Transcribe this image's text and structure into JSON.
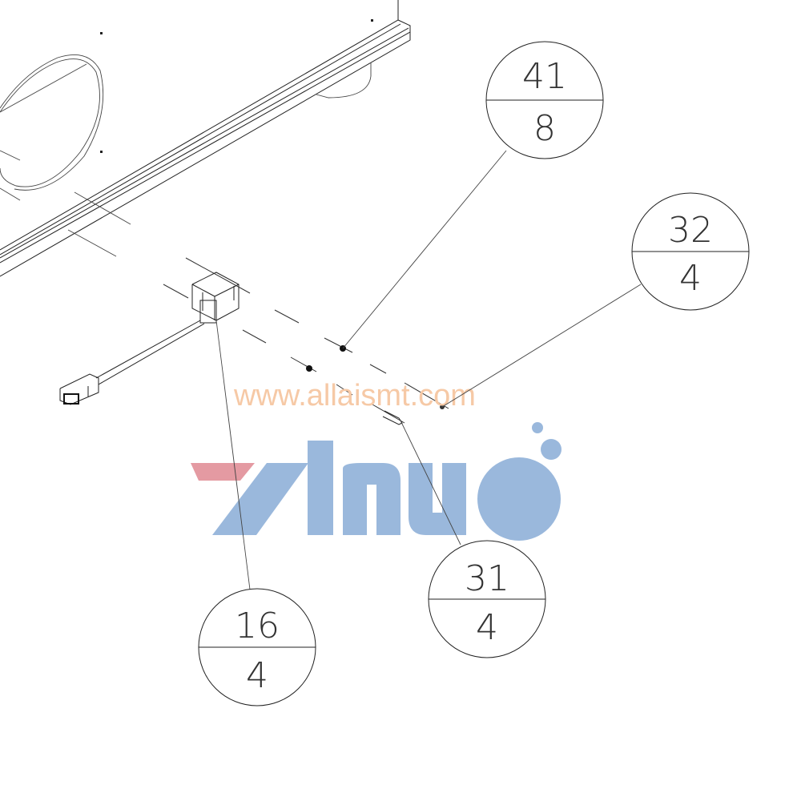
{
  "balloons": [
    {
      "id": "b41",
      "top": "41",
      "bottom": "8"
    },
    {
      "id": "b32",
      "top": "32",
      "bottom": "4"
    },
    {
      "id": "b31",
      "top": "31",
      "bottom": "4"
    },
    {
      "id": "b16",
      "top": "16",
      "bottom": "4"
    }
  ],
  "watermark": {
    "url": "www.allaismt.com",
    "logo_text": "yinuo"
  },
  "colors": {
    "line": "#222222",
    "watermark_url": "#f6c9a6",
    "logo_blue": "#9ab8dc",
    "logo_red": "#e49aa2"
  }
}
